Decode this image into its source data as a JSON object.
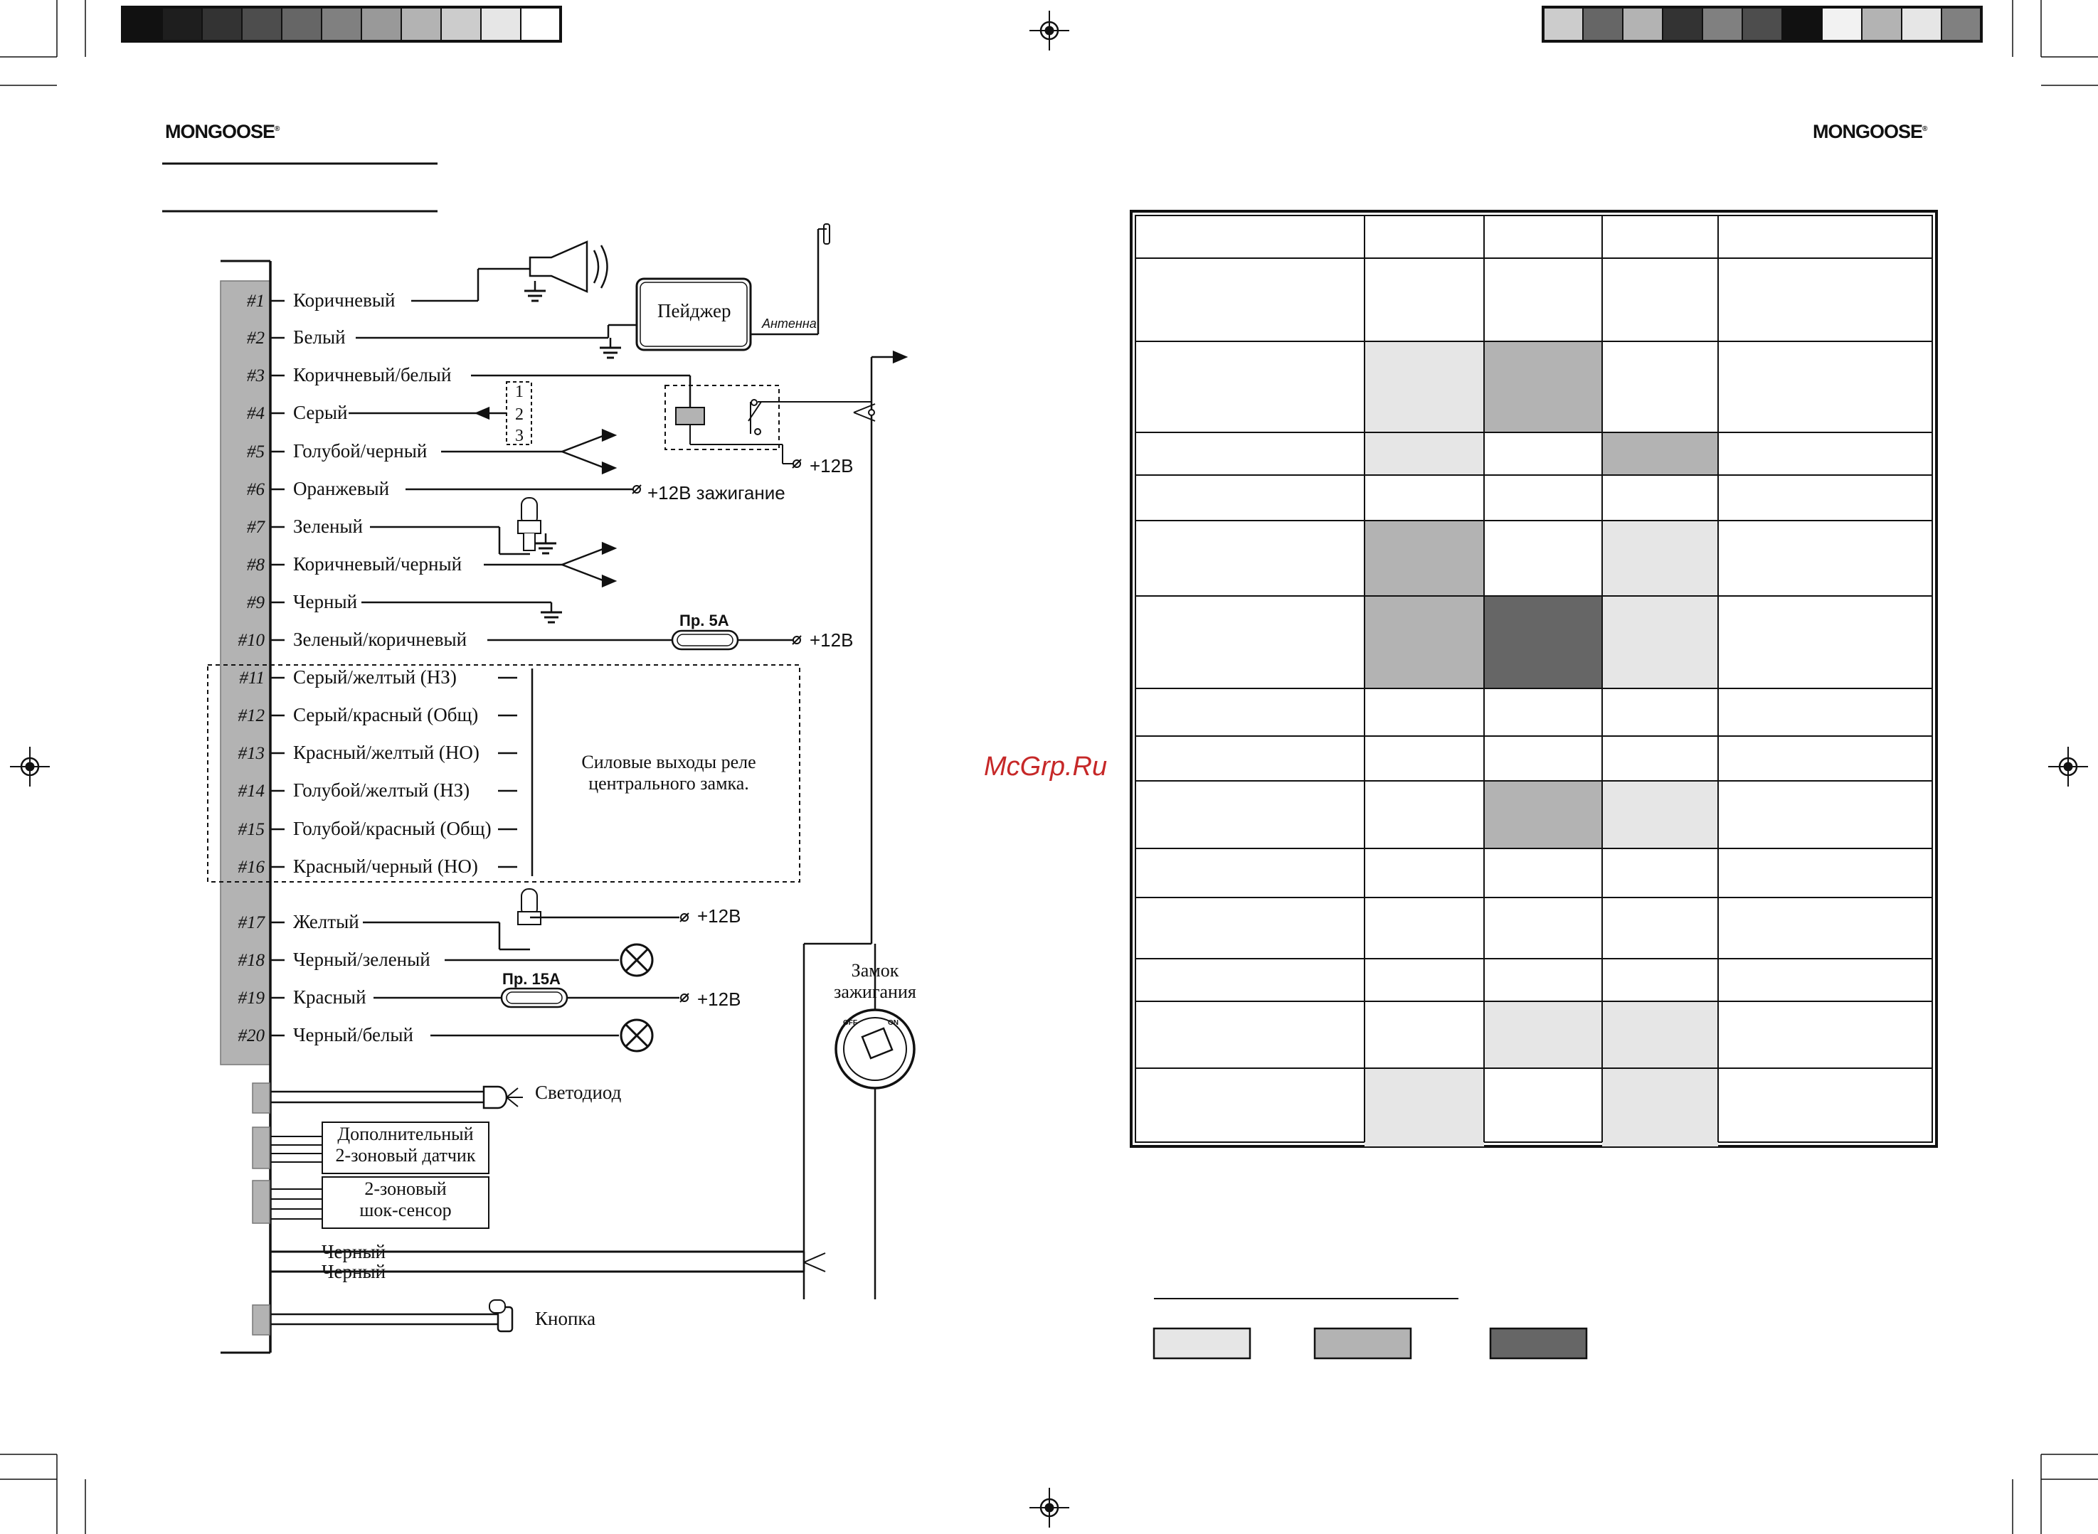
{
  "header": {
    "logo_left": "MONGOOSE",
    "logo_right": "MONGOOSE",
    "logo_reg": "®"
  },
  "watermark": "McGrp.Ru",
  "colors": {
    "grey_light": "#e6e6e6",
    "grey_mid": "#b3b3b3",
    "grey_dark": "#666666",
    "connector": "#b3b3b3"
  },
  "calibration_bars": {
    "left": [
      "#111111",
      "#1e1e1e",
      "#333333",
      "#4d4d4d",
      "#666666",
      "#808080",
      "#999999",
      "#b3b3b3",
      "#cccccc",
      "#e6e6e6",
      "#ffffff"
    ],
    "right": [
      "#cccccc",
      "#666666",
      "#b3b3b3",
      "#333333",
      "#808080",
      "#4d4d4d",
      "#111111",
      "#f2f2f2",
      "#b3b3b3",
      "#e6e6e6",
      "#808080"
    ]
  },
  "pins": [
    {
      "num": "#1",
      "label": "Коричневый"
    },
    {
      "num": "#2",
      "label": "Белый"
    },
    {
      "num": "#3",
      "label": "Коричневый/белый"
    },
    {
      "num": "#4",
      "label": "Серый"
    },
    {
      "num": "#5",
      "label": "Голубой/черный"
    },
    {
      "num": "#6",
      "label": "Оранжевый"
    },
    {
      "num": "#7",
      "label": "Зеленый"
    },
    {
      "num": "#8",
      "label": "Коричневый/черный"
    },
    {
      "num": "#9",
      "label": "Черный"
    },
    {
      "num": "#10",
      "label": "Зеленый/коричневый"
    },
    {
      "num": "#11",
      "label": "Серый/желтый (НЗ)"
    },
    {
      "num": "#12",
      "label": "Серый/красный (Общ)"
    },
    {
      "num": "#13",
      "label": "Красный/желтый (НО)"
    },
    {
      "num": "#14",
      "label": "Голубой/желтый (НЗ)"
    },
    {
      "num": "#15",
      "label": "Голубой/красный (Общ)"
    },
    {
      "num": "#16",
      "label": "Красный/черный (НО)"
    },
    {
      "num": "#17",
      "label": "Желтый"
    },
    {
      "num": "#18",
      "label": "Черный/зеленый"
    },
    {
      "num": "#19",
      "label": "Красный"
    },
    {
      "num": "#20",
      "label": "Черный/белый"
    }
  ],
  "components": {
    "pager": "Пейджер",
    "antenna": "Антенна",
    "relay_numbers": [
      "1",
      "2",
      "3"
    ],
    "ignition_12v": "+12В зажигание",
    "plus12": "+12В",
    "fuse_5a": "Пр. 5А",
    "fuse_15a": "Пр. 15А",
    "central_lock_line1": "Силовые выходы реле",
    "central_lock_line2": "центрального замка.",
    "ignition_switch_line1": "Замок",
    "ignition_switch_line2": "зажигания",
    "key_off": "OFF",
    "key_on": "ON",
    "led": "Светодиод",
    "extra_sensor_line1": "Дополнительный",
    "extra_sensor_line2": "2-зоновый датчик",
    "shock_sensor_line1": "2-зоновый",
    "shock_sensor_line2": "шок-сенсор",
    "black1": "Черный",
    "black2": "Черный",
    "button": "Кнопка"
  },
  "table": {
    "rows": [
      [
        "",
        "",
        "",
        "",
        ""
      ],
      [
        "",
        "",
        "",
        "",
        ""
      ],
      [
        "",
        "light",
        "mid",
        "",
        ""
      ],
      [
        "",
        "light",
        "",
        "mid",
        ""
      ],
      [
        "",
        "",
        "",
        "",
        ""
      ],
      [
        "",
        "mid",
        "",
        "light",
        ""
      ],
      [
        "",
        "mid",
        "dark",
        "light",
        ""
      ],
      [
        "",
        "",
        "",
        "",
        ""
      ],
      [
        "",
        "",
        "",
        "",
        ""
      ],
      [
        "",
        "",
        "mid",
        "light",
        ""
      ],
      [
        "",
        "",
        "",
        "",
        ""
      ],
      [
        "",
        "",
        "",
        "",
        ""
      ],
      [
        "",
        "",
        "",
        "",
        ""
      ],
      [
        "",
        "",
        "light",
        "light",
        ""
      ],
      [
        "",
        "light",
        "",
        "light",
        ""
      ]
    ]
  },
  "legend": {
    "swatches": [
      "light",
      "mid",
      "dark"
    ]
  }
}
